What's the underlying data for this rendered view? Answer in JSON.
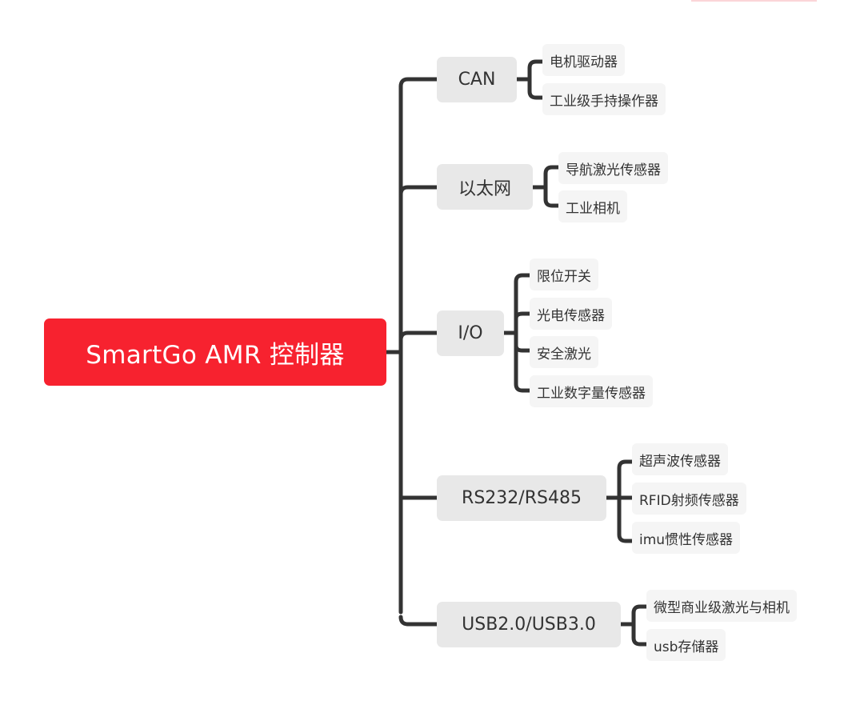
{
  "colors": {
    "root": "#f7222f",
    "category_bg": "#e8e8e8",
    "leaf_bg": "#f5f5f5",
    "line": "#333333"
  },
  "root": {
    "label": "SmartGo AMR 控制器"
  },
  "categories": [
    {
      "label": "CAN",
      "children": [
        "电机驱动器",
        "工业级手持操作器"
      ]
    },
    {
      "label": "以太网",
      "children": [
        "导航激光传感器",
        "工业相机"
      ]
    },
    {
      "label": "I/O",
      "children": [
        "限位开关",
        "光电传感器",
        "安全激光",
        "工业数字量传感器"
      ]
    },
    {
      "label": "RS232/RS485",
      "children": [
        "超声波传感器",
        "RFID射频传感器",
        "imu惯性传感器"
      ]
    },
    {
      "label": "USB2.0/USB3.0",
      "children": [
        "微型商业级激光与相机",
        "usb存储器"
      ]
    }
  ]
}
